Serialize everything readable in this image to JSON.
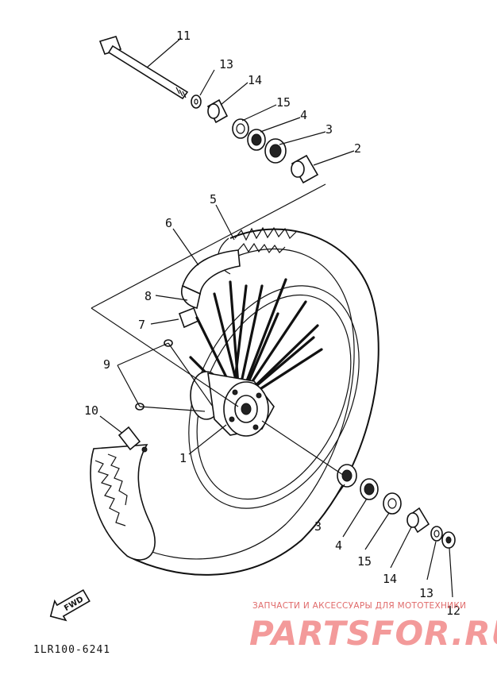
{
  "callouts": {
    "c11": "11",
    "c13a": "13",
    "c14a": "14",
    "c15a": "15",
    "c4a": "4",
    "c3a": "3",
    "c2": "2",
    "c5": "5",
    "c6": "6",
    "c8": "8",
    "c7": "7",
    "c9": "9",
    "c10": "10",
    "c1": "1",
    "c3b": "3",
    "c4b": "4",
    "c15b": "15",
    "c14b": "14",
    "c13b": "13",
    "c12": "12"
  },
  "direction_label": "FWD",
  "diagram_code": "1LR100-6241",
  "watermark": {
    "tagline": "ЗАПЧАСТИ И АКСЕССУАРЫ ДЛЯ МОТОТЕХНИКИ",
    "brand": "PARTSFOR.RU"
  }
}
